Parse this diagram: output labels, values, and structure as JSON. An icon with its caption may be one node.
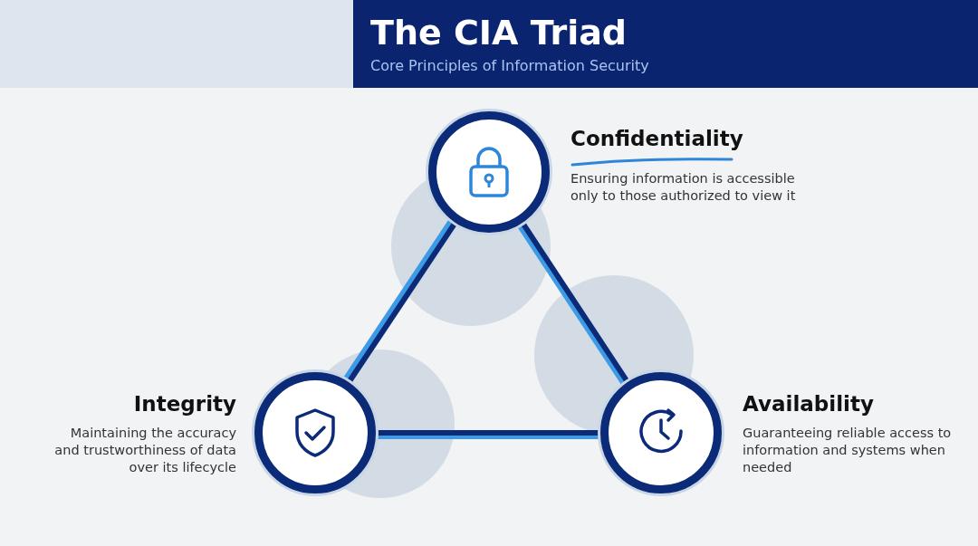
{
  "diagram": {
    "title": "The CIA Triad",
    "nodes": [
      {
        "text": [
          "Confidentiality",
          "Ensuring information is accessible only to those authorized to view it"
        ]
      },
      {
        "text": [
          "Integrity",
          "Maintaining the accuracy and trustworthiness of data over its lifecycle"
        ]
      },
      {
        "text": [
          "Availability",
          "Guaranteeing reliable access to information and systems when needed"
        ]
      }
    ],
    "edges": [
      {
        "from": 0,
        "to": 1,
        "arrow": "none"
      },
      {
        "from": 0,
        "to": 2,
        "arrow": "none"
      },
      {
        "from": 1,
        "to": 2,
        "arrow": "none"
      }
    ],
    "labels": [
      "Core Principles of Information Security"
    ]
  }
}
